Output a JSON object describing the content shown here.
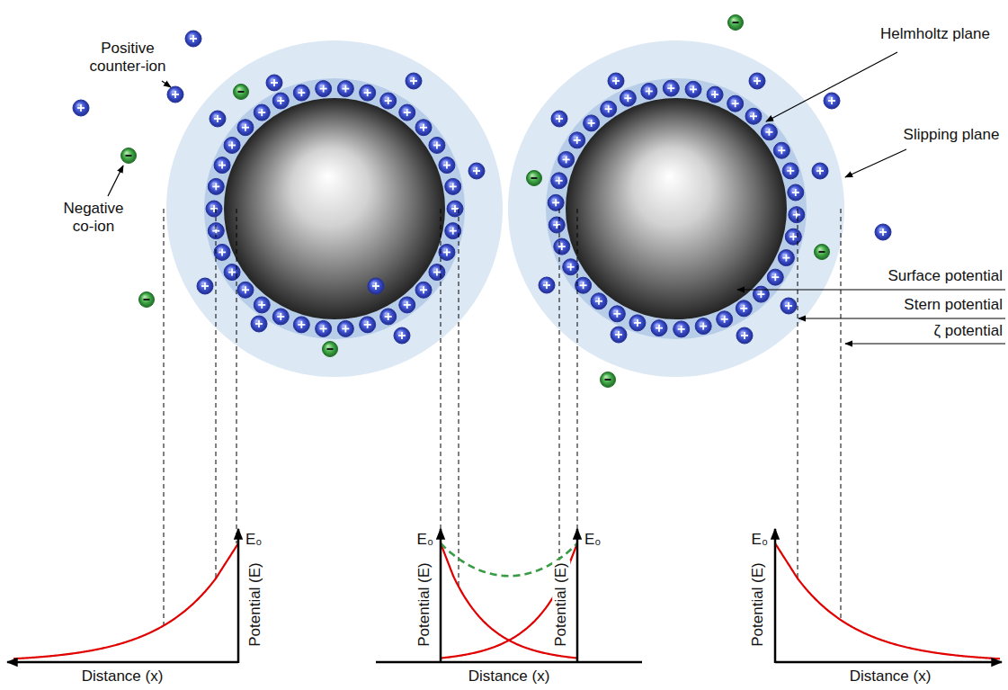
{
  "diagram": {
    "labels": [
      "Positive counter-ion",
      "Negative co-ion",
      "Helmholtz plane",
      "Slipping plane",
      "Surface potential",
      "Stern potential",
      "ζ potential",
      "E₀",
      "Potential (E)",
      "Distance (x)",
      "E₀",
      "Potential (E)",
      "E₀",
      "Potential (E)",
      "Distance (x)",
      "E₀",
      "Potential (E)",
      "Distance (x)"
    ]
  }
}
